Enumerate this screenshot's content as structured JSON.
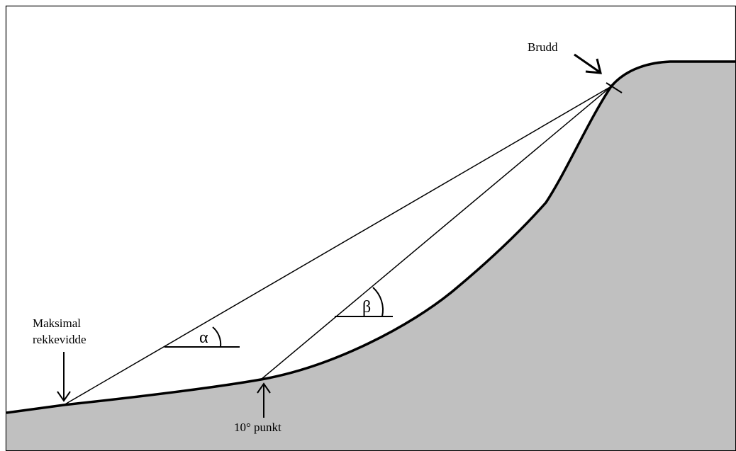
{
  "labels": {
    "fracture": "Brudd",
    "max_reach_line1": "Maksimal",
    "max_reach_line2": "rekkevidde",
    "ten_degree_point": "10° punkt",
    "alpha": "α",
    "beta": "β"
  },
  "colors": {
    "terrain_fill": "#c0c0c0",
    "stroke": "#000000",
    "background": "#ffffff",
    "frame": "#000000"
  }
}
